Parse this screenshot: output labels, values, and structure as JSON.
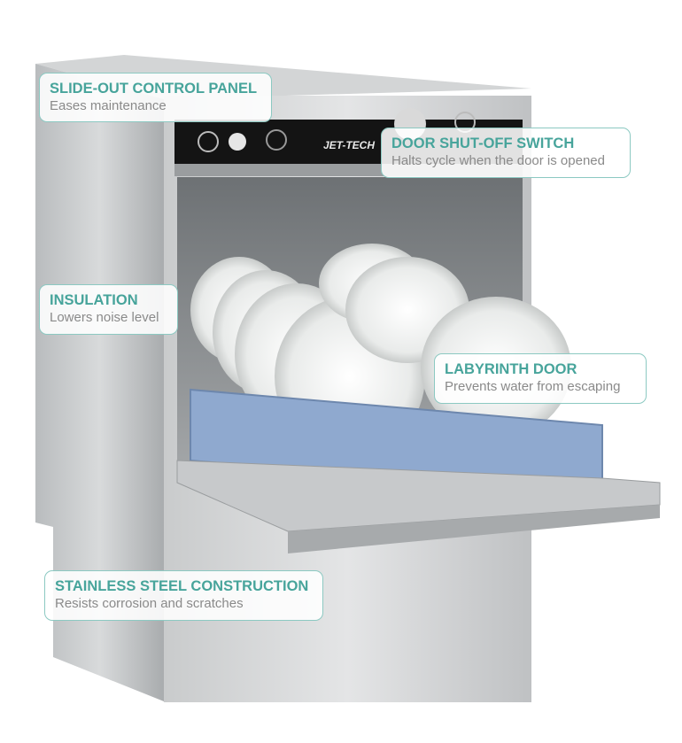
{
  "product": {
    "brand_label": "JET-TECH"
  },
  "callouts": [
    {
      "title": "SLIDE-OUT CONTROL PANEL",
      "subtitle": "Eases maintenance"
    },
    {
      "title": "DOOR SHUT-OFF SWITCH",
      "subtitle": "Halts cycle when the door is opened"
    },
    {
      "title": "INSULATION",
      "subtitle": "Lowers noise level"
    },
    {
      "title": "LABYRINTH DOOR",
      "subtitle": "Prevents water from escaping"
    },
    {
      "title": "STAINLESS STEEL CONSTRUCTION",
      "subtitle": "Resists corrosion and scratches"
    }
  ],
  "colors": {
    "accent": "#47a49b",
    "rack": "#8fa9cf"
  }
}
